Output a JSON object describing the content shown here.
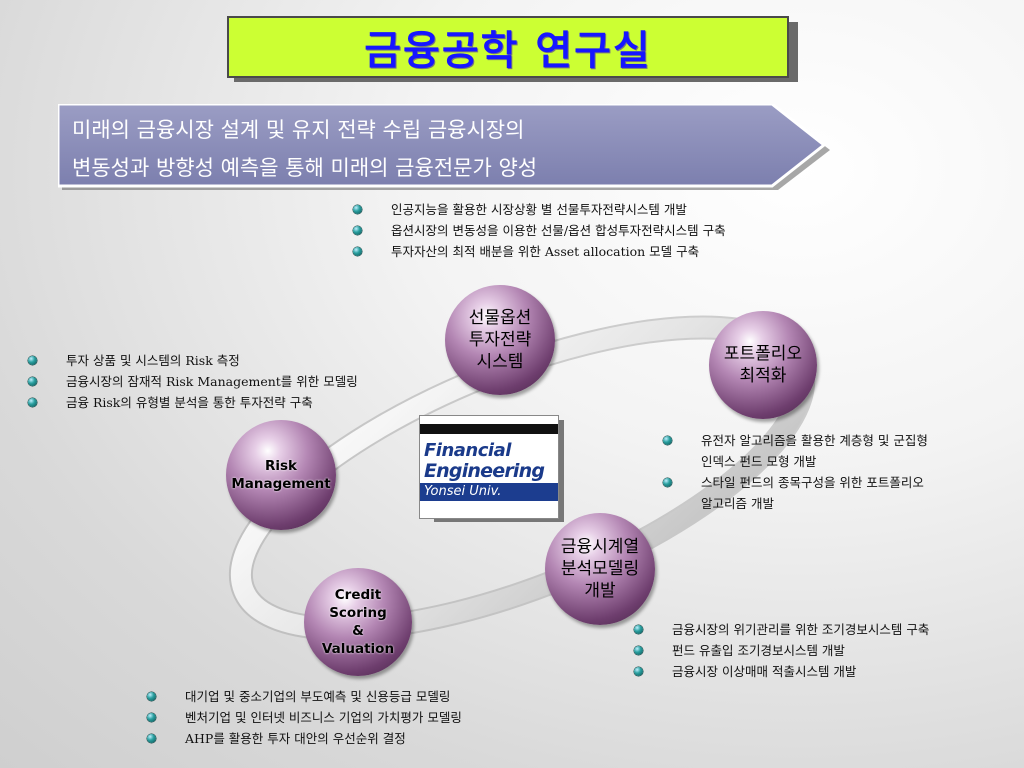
{
  "title": "금융공학 연구실",
  "banner": {
    "line1": "미래의 금융시장 설계 및 유지 전략 수립 금융시장의",
    "line2": "변동성과 방향성 예측을 통해 미래의 금융전문가 양성"
  },
  "nodes": {
    "futures": [
      "선물옵션",
      "투자전략",
      "시스템"
    ],
    "portfolio": [
      "포트폴리오",
      "최적화"
    ],
    "risk": [
      "Risk",
      "Management"
    ],
    "credit": [
      "Credit",
      "Scoring",
      "&",
      "Valuation"
    ],
    "timeseries": [
      "금융시계열",
      "분석모델링",
      "개발"
    ]
  },
  "lists": {
    "futures": [
      "인공지능을 활용한 시장상황 별 선물투자전략시스템 개발",
      "옵션시장의 변동성을 이용한 선물/옵션 합성투자전략시스템 구축",
      "투자자산의 최적 배분을 위한 Asset allocation 모델 구축"
    ],
    "risk": [
      "투자 상품 및 시스템의 Risk 측정",
      "금융시장의 잠재적 Risk Management를 위한 모델링",
      "금융 Risk의 유형별 분석을 통한 투자전략 구축"
    ],
    "portfolio": [
      [
        "유전자 알고리즘을 활용한 계층형 및 군집형",
        "인덱스 펀드 모형 개발"
      ],
      [
        "스타일 펀드의 종목구성을 위한 포트폴리오",
        "알고리즘 개발"
      ]
    ],
    "timeseries": [
      "금융시장의 위기관리를 위한 조기경보시스템 구축",
      "펀드 유출입 조기경보시스템 개발",
      "금융시장 이상매매 적출시스템 개발"
    ],
    "credit": [
      "대기업 및 중소기업의 부도예측 및 신용등급 모델링",
      "벤처기업 및 인터넷 비즈니스 기업의 가치평가 모델링",
      "AHP를 활용한 투자 대안의 우선순위 결정"
    ]
  },
  "logo": {
    "line1": "Financial",
    "line2": "Engineering",
    "line3": "Yonsei Univ."
  },
  "colors": {
    "title_bg": "#ccff33",
    "title_text": "#1616ff",
    "banner": "#8d8fb8",
    "node": "#8a5a8a",
    "logo_blue": "#1c3d8f"
  }
}
